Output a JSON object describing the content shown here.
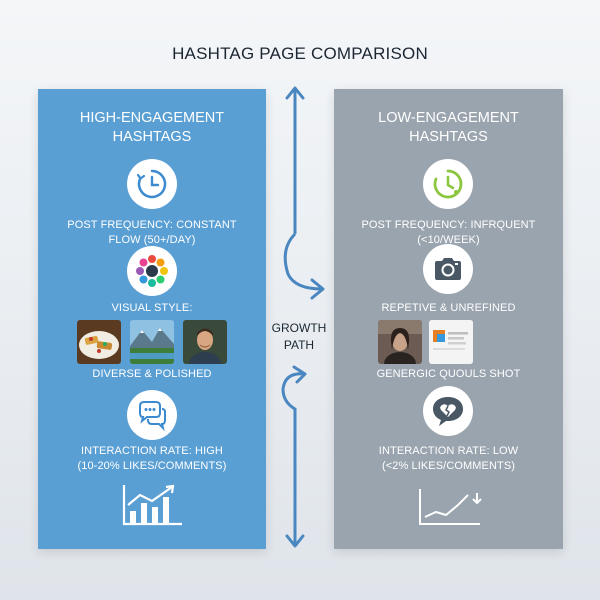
{
  "title": "HASHTAG PAGE COMPARISON",
  "center": {
    "label_line1": "GROWTH",
    "label_line2": "PATH",
    "arrow_color": "#4a86bf"
  },
  "left_panel": {
    "color": "#5a9fd4",
    "heading_line1": "HIGH-ENGAGEMENT",
    "heading_line2": "HASHTAGS",
    "frequency_line1": "POST FREQUENCY: CONSTANT",
    "frequency_line2": "FLOW (50+/DAY)",
    "visual_label": "VISUAL STYLE:",
    "visual_caption": "DIVERSE & POLISHED",
    "interaction_line1": "INTERACTION RATE: HIGH",
    "interaction_line2": "(10-20% LIKES/COMMENTS)",
    "icons": [
      "clock-icon",
      "camera-aperture-icon",
      "speech-bubbles-icon",
      "bar-chart-up-icon"
    ],
    "photos": [
      "food-photo",
      "landscape-photo",
      "portrait-photo"
    ]
  },
  "right_panel": {
    "color": "#9aa4ae",
    "heading_line1": "LOW-ENGAGEMENT",
    "heading_line2": "HASHTAGS",
    "frequency_line1": "POST FREQUENCY: INFRQUENT",
    "frequency_line2": "(<10/WEEK)",
    "visual_label": "REPETIVE & UNREFINED",
    "visual_caption": "GENERGIC QUOULS SHOT",
    "interaction_line1": "INTERACTION RATE: LOW",
    "interaction_line2": "(<2% LIKES/COMMENTS)",
    "icons": [
      "clock-icon",
      "camera-icon",
      "broken-heart-bubble-icon",
      "line-chart-down-icon"
    ],
    "photos": [
      "blurry-selfie-photo",
      "generic-screenshot-photo"
    ]
  }
}
